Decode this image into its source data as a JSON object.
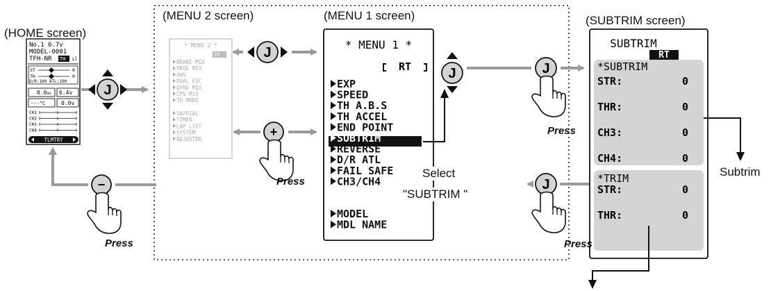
{
  "captions": {
    "home": "(HOME screen)",
    "menu2": "(MENU 2 screen)",
    "menu1": "(MENU 1 screen)",
    "subtrim": "(SUBTRIM screen)"
  },
  "home": {
    "line1": "No.1  6.7v",
    "line2": "MODEL-0001",
    "line3": "TFH-NR",
    "line3_badge": "TH",
    "st_label": "ST",
    "st_value": "0",
    "th_label": "TH",
    "th_value": "0",
    "dr_line": "D/R:100 ATL:100",
    "timer_value": "0.0",
    "timer_unit": "ms",
    "voltage": "6.4v",
    "temp_value": "---°C",
    "volt2": "0.0v",
    "channels": [
      "CH1",
      "CH2",
      "CH3",
      "CH4"
    ],
    "footer": "TLMTRY"
  },
  "menu2": {
    "title": "* MENU 2 *",
    "badge": "RT",
    "items": [
      "BRAKE MIX",
      "PROG MIX",
      "4WS",
      "DUAL ESC",
      "GYRO MIX",
      "CPS MIX",
      "TH MODE"
    ],
    "items2": [
      "SW/DIAL",
      "TIMER",
      "LAP LIST",
      "SYSTEM",
      "ADJUSTER"
    ]
  },
  "menu1": {
    "title": "* MENU 1 *",
    "badge": "RT",
    "items": [
      "EXP",
      "SPEED",
      "TH A.B.S",
      "TH ACCEL",
      "END POINT",
      "SUBTRIM",
      "REVERSE",
      "D/R ATL",
      "FAIL SAFE",
      "CH3/CH4"
    ],
    "selected": "SUBTRIM",
    "items2": [
      "MODEL",
      "MDL NAME"
    ]
  },
  "subtrim": {
    "title": "SUBTRIM",
    "badge": "RT",
    "section1": "*SUBTRIM",
    "rows1": [
      {
        "label": "STR:",
        "value": "0"
      },
      {
        "label": "THR:",
        "value": "0"
      },
      {
        "label": "CH3:",
        "value": "0"
      },
      {
        "label": "CH4:",
        "value": "0"
      }
    ],
    "section2": "*TRIM",
    "rows2": [
      {
        "label": "STR:",
        "value": "0"
      },
      {
        "label": "THR:",
        "value": "0"
      }
    ]
  },
  "labels": {
    "press": "Press",
    "select_line1": "Select",
    "select_line2": "\"SUBTRIM \"",
    "subtrim_out": "Subtrim"
  },
  "buttons": {
    "j": "J",
    "plus": "+",
    "minus": "−"
  },
  "colors": {
    "connector": "#9a9a9a",
    "panel_gray": "#d4d4d4",
    "lcd_faded": "#a8a8a8",
    "ink": "#111111"
  }
}
